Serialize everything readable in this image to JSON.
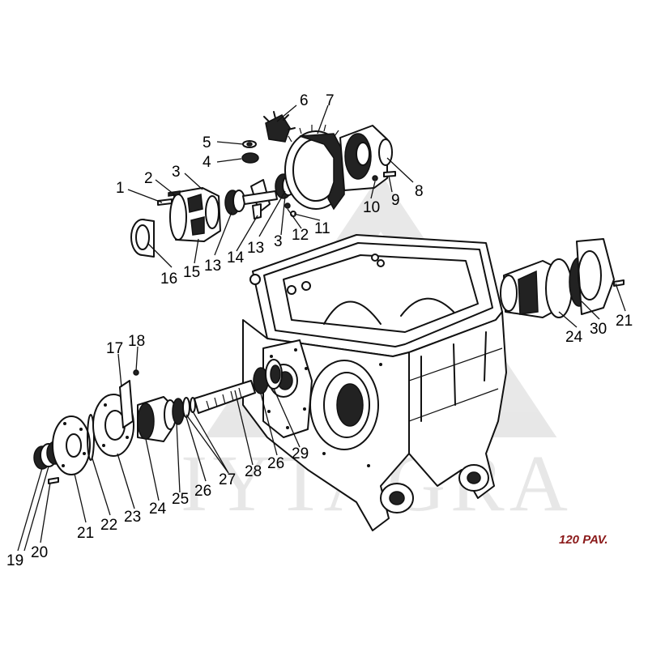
{
  "diagram": {
    "watermark": "IYTAGRA",
    "page_label": "120 PAV.",
    "callouts": {
      "p1": "1",
      "p2": "2",
      "p3a": "3",
      "p3b": "3",
      "p4": "4",
      "p5": "5",
      "p6": "6",
      "p7": "7",
      "p8": "8",
      "p9": "9",
      "p10": "10",
      "p11": "11",
      "p12": "12",
      "p13a": "13",
      "p13b": "13",
      "p14": "14",
      "p15": "15",
      "p16": "16",
      "p17": "17",
      "p18": "18",
      "p19": "19",
      "p20": "20",
      "p21a": "21",
      "p21b": "21",
      "p22": "22",
      "p23": "23",
      "p24a": "24",
      "p24b": "24",
      "p25": "25",
      "p26a": "26",
      "p26b": "26",
      "p27": "27",
      "p28": "28",
      "p29": "29",
      "p30": "30"
    }
  }
}
